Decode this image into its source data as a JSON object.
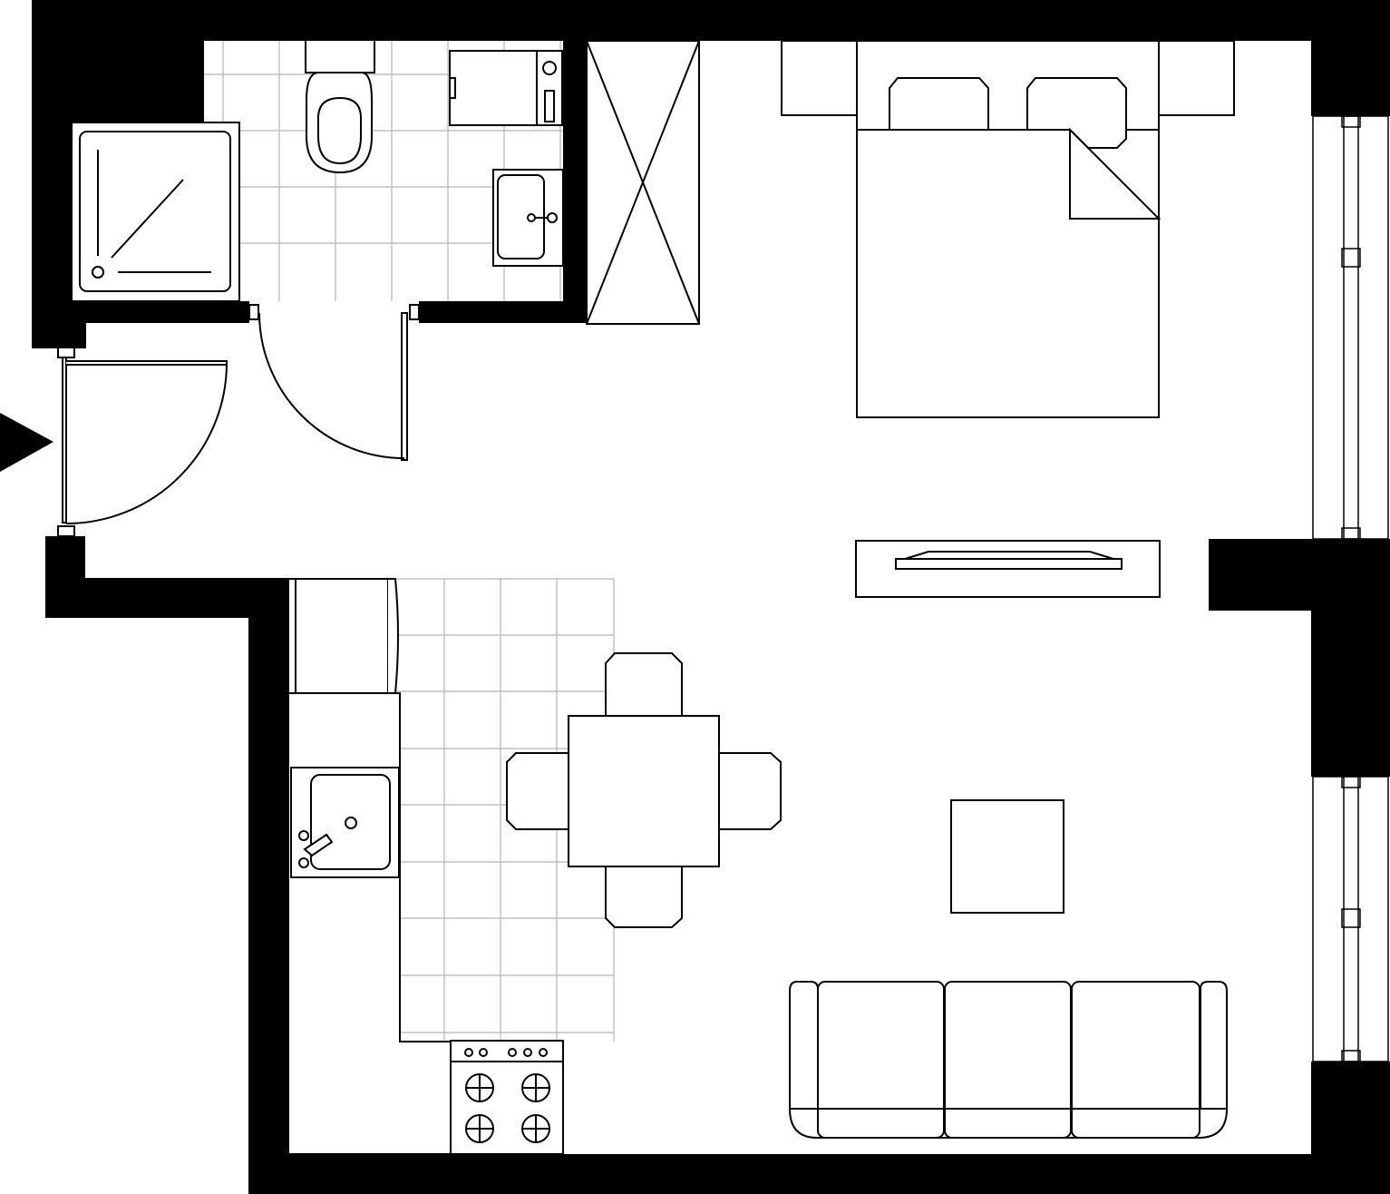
{
  "colors": {
    "background": "#ffffff",
    "wall": "#000000",
    "outline": "#000000",
    "tile_grid": "#b4b4b4"
  },
  "rooms": [
    "bathroom",
    "wardrobe",
    "hallway",
    "kitchen",
    "living-sleeping-area"
  ],
  "icons": {
    "entrance": "entrance-arrow-icon"
  }
}
